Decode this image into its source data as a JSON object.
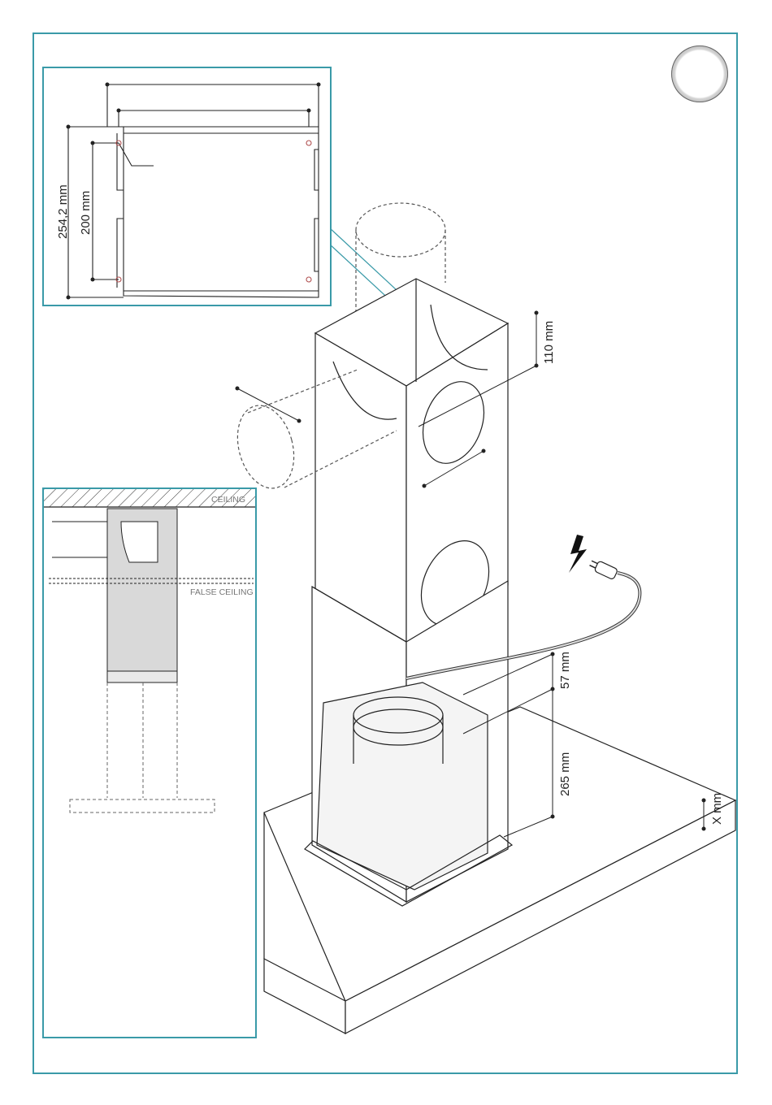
{
  "dimensions": {
    "outer_width": "254,2 mm",
    "inner_width": "200 mm",
    "vertical_top": "110 mm",
    "vertical_mid": "57 mm",
    "vertical_bottom": "265 mm",
    "hood_thickness": "X mm"
  },
  "labels": {
    "ceiling": "CEILING",
    "false_ceiling": "FALSE CEILING"
  },
  "icons": {
    "step_marker": "step-circle-icon",
    "power": "lightning-bolt-icon",
    "plug": "power-plug-icon"
  },
  "colors": {
    "frame": "#3a9aa8",
    "line": "#222222",
    "fill_gray": "#d9d9d9"
  }
}
